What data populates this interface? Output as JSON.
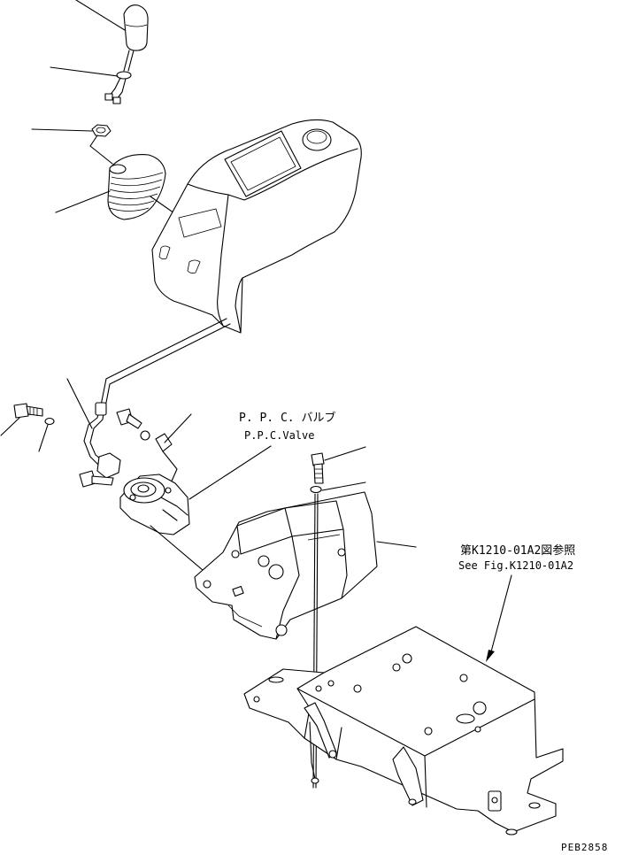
{
  "labels": {
    "ppc_valve_jp": "P. P. C. バルブ",
    "ppc_valve_en": "P.P.C.Valve",
    "fig_ref_jp": "第K1210-01A2図参照",
    "fig_ref_en": "See Fig.K1210-01A2",
    "drawing_code": "PEB2858"
  }
}
